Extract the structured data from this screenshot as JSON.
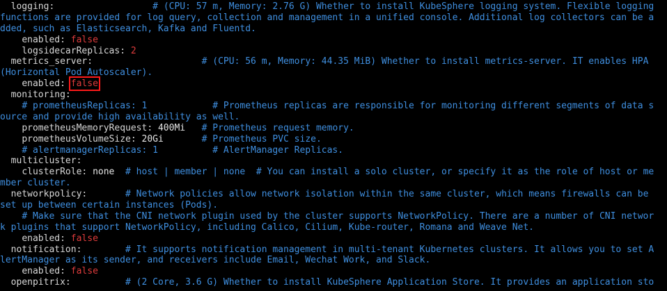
{
  "terminal": {
    "lines": [
      {
        "indent": "  ",
        "key": "logging:",
        "pad": "                  ",
        "value": "",
        "comment": "# (CPU: 57 m, Memory: 2.76 G) Whether to install KubeSphere logging system. Flexible logging"
      },
      {
        "indent": "",
        "key": "",
        "pad": "",
        "value": "",
        "comment": "functions are provided for log query, collection and management in a unified console. Additional log collectors can be a"
      },
      {
        "indent": "",
        "key": "",
        "pad": "",
        "value": "",
        "comment": "dded, such as Elasticsearch, Kafka and Fluentd."
      },
      {
        "indent": "    ",
        "key": "enabled:",
        "pad": " ",
        "value": "false",
        "valueType": "false",
        "comment": ""
      },
      {
        "indent": "    ",
        "key": "logsidecarReplicas:",
        "pad": " ",
        "value": "2",
        "valueType": "num",
        "comment": ""
      },
      {
        "indent": "  ",
        "key": "metrics_server:",
        "pad": "                    ",
        "value": "",
        "comment": "# (CPU: 56 m, Memory: 44.35 MiB) Whether to install metrics-server. IT enables HPA"
      },
      {
        "indent": "",
        "key": "",
        "pad": "",
        "value": "",
        "comment": "(Horizontal Pod Autoscaler)."
      },
      {
        "indent": "    ",
        "key": "enabled:",
        "pad": " ",
        "value": "false",
        "valueType": "false",
        "highlight": true,
        "comment": ""
      },
      {
        "indent": "  ",
        "key": "monitoring:",
        "pad": "",
        "value": "",
        "comment": ""
      },
      {
        "indent": "    ",
        "key": "",
        "pad": "",
        "value": "",
        "comment": "# prometheusReplicas: 1            # Prometheus replicas are responsible for monitoring different segments of data s"
      },
      {
        "indent": "",
        "key": "",
        "pad": "",
        "value": "",
        "comment": "ource and provide high availability as well."
      },
      {
        "indent": "    ",
        "key": "prometheusMemoryRequest:",
        "pad": " ",
        "value": "400Mi",
        "valueType": "plain",
        "pad2": "   ",
        "comment": "# Prometheus request memory."
      },
      {
        "indent": "    ",
        "key": "prometheusVolumeSize:",
        "pad": " ",
        "value": "20Gi",
        "valueType": "plain",
        "pad2": "       ",
        "comment": "# Prometheus PVC size."
      },
      {
        "indent": "    ",
        "key": "",
        "pad": "",
        "value": "",
        "comment": "# alertmanagerReplicas: 1          # AlertManager Replicas."
      },
      {
        "indent": "  ",
        "key": "multicluster:",
        "pad": "",
        "value": "",
        "comment": ""
      },
      {
        "indent": "    ",
        "key": "clusterRole:",
        "pad": " ",
        "value": "none",
        "valueType": "plain",
        "pad2": "  ",
        "comment": "# host | member | none  # You can install a solo cluster, or specify it as the role of host or me"
      },
      {
        "indent": "",
        "key": "",
        "pad": "",
        "value": "",
        "comment": "mber cluster."
      },
      {
        "indent": "  ",
        "key": "networkpolicy:",
        "pad": "       ",
        "value": "",
        "comment": "# Network policies allow network isolation within the same cluster, which means firewalls can be"
      },
      {
        "indent": "",
        "key": "",
        "pad": "",
        "value": "",
        "comment": "set up between certain instances (Pods)."
      },
      {
        "indent": "    ",
        "key": "",
        "pad": "",
        "value": "",
        "comment": "# Make sure that the CNI network plugin used by the cluster supports NetworkPolicy. There are a number of CNI networ"
      },
      {
        "indent": "",
        "key": "",
        "pad": "",
        "value": "",
        "comment": "k plugins that support NetworkPolicy, including Calico, Cilium, Kube-router, Romana and Weave Net."
      },
      {
        "indent": "    ",
        "key": "enabled:",
        "pad": " ",
        "value": "false",
        "valueType": "false",
        "comment": ""
      },
      {
        "indent": "  ",
        "key": "notification:",
        "pad": "        ",
        "value": "",
        "comment": "# It supports notification management in multi-tenant Kubernetes clusters. It allows you to set A"
      },
      {
        "indent": "",
        "key": "",
        "pad": "",
        "value": "",
        "comment": "lertManager as its sender, and receivers include Email, Wechat Work, and Slack."
      },
      {
        "indent": "    ",
        "key": "enabled:",
        "pad": " ",
        "value": "false",
        "valueType": "false",
        "comment": ""
      },
      {
        "indent": "  ",
        "key": "openpitrix:",
        "pad": "          ",
        "value": "",
        "comment": "# (2 Core, 3.6 G) Whether to install KubeSphere Application Store. It provides an application sto"
      }
    ]
  },
  "colors": {
    "background": "#000000",
    "key": "#d8d8d8",
    "comment": "#3f8fe0",
    "false_value": "#e03c3c",
    "highlight_box": "#ff1a1a"
  }
}
